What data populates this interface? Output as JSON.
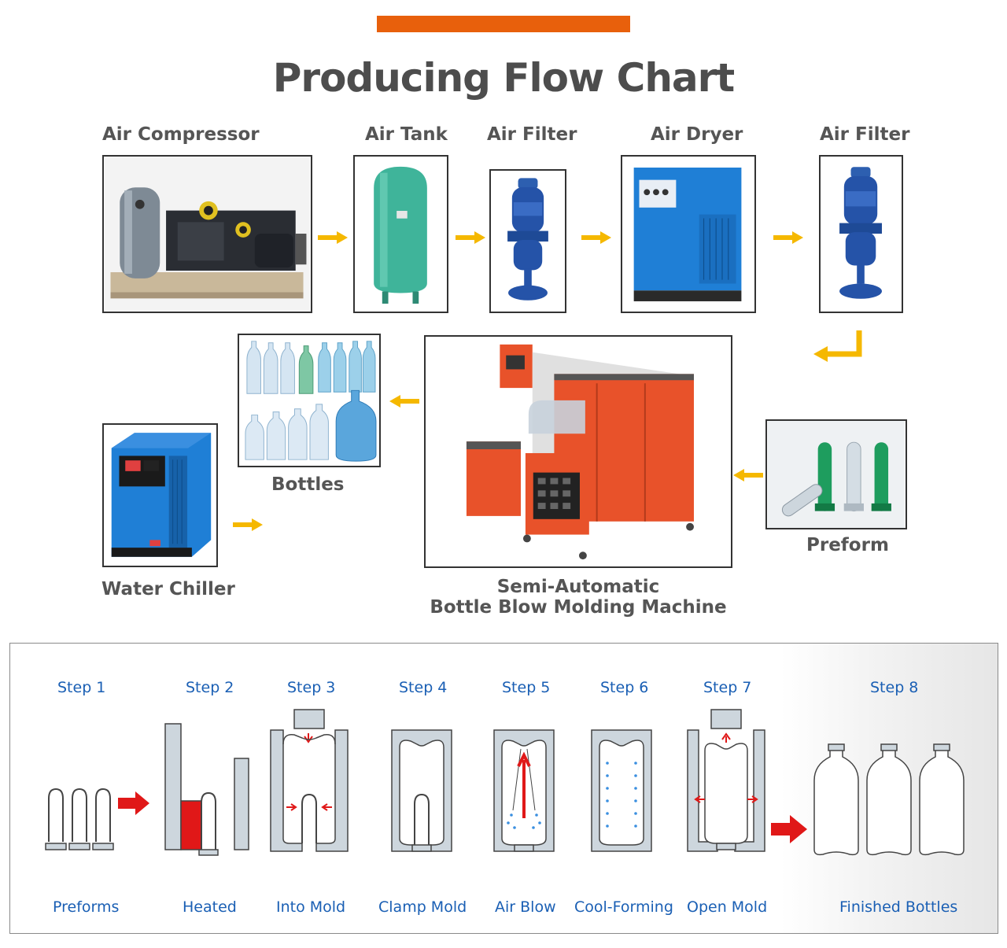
{
  "header": {
    "title": "Producing Flow Chart",
    "accent": "#e8600c"
  },
  "colors": {
    "arrow": "#f5b800",
    "step_text": "#1a5fb4",
    "heat": "#e01818",
    "mold": "#cdd6dd"
  },
  "machines": {
    "air_compressor": "Air Compressor",
    "air_tank": "Air Tank",
    "air_filter_1": "Air Filter",
    "air_dryer": "Air Dryer",
    "air_filter_2": "Air Filter",
    "preform": "Preform",
    "machine_line1": "Semi-Automatic",
    "machine_line2": "Bottle Blow Molding Machine",
    "bottles": "Bottles",
    "water_chiller": "Water Chiller"
  },
  "process": {
    "steps": [
      {
        "step": "Step 1",
        "caption": "Preforms"
      },
      {
        "step": "Step 2",
        "caption": "Heated"
      },
      {
        "step": "Step 3",
        "caption": "Into Mold"
      },
      {
        "step": "Step 4",
        "caption": "Clamp Mold"
      },
      {
        "step": "Step 5",
        "caption": "Air Blow"
      },
      {
        "step": "Step 6",
        "caption": "Cool-Forming"
      },
      {
        "step": "Step 7",
        "caption": "Open Mold"
      },
      {
        "step": "Step 8",
        "caption": "Finished Bottles"
      }
    ]
  }
}
